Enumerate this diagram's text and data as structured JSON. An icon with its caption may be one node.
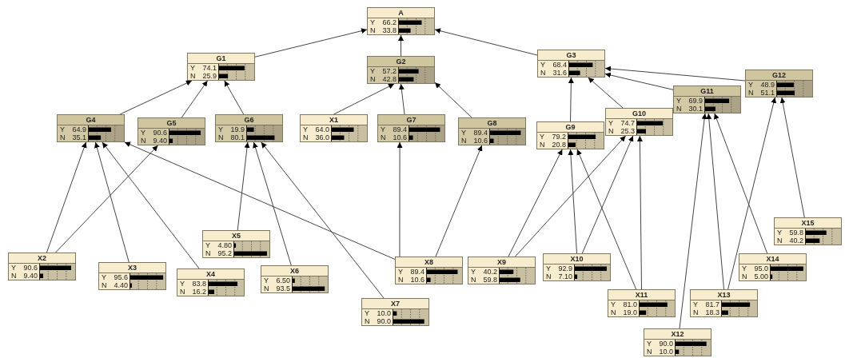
{
  "diagram": {
    "nodes": [
      {
        "text": [
          "A",
          "Y",
          "66.2",
          "N",
          "33.8"
        ]
      },
      {
        "text": [
          "G1",
          "Y",
          "74.1",
          "N",
          "25.9"
        ]
      },
      {
        "text": [
          "G2",
          "Y",
          "57.2",
          "N",
          "42.8"
        ]
      },
      {
        "text": [
          "G3",
          "Y",
          "68.4",
          "N",
          "31.6"
        ]
      },
      {
        "text": [
          "G12",
          "Y",
          "48.9",
          "N",
          "51.1"
        ]
      },
      {
        "text": [
          "G11",
          "Y",
          "69.9",
          "N",
          "30.1"
        ]
      },
      {
        "text": [
          "G4",
          "Y",
          "64.9",
          "N",
          "35.1"
        ]
      },
      {
        "text": [
          "G5",
          "Y",
          "90.6",
          "N",
          "9.40"
        ]
      },
      {
        "text": [
          "G6",
          "Y",
          "19.9",
          "N",
          "80.1"
        ]
      },
      {
        "text": [
          "X1",
          "Y",
          "64.0",
          "N",
          "36.0"
        ]
      },
      {
        "text": [
          "G7",
          "Y",
          "89.4",
          "N",
          "10.6"
        ]
      },
      {
        "text": [
          "G8",
          "Y",
          "89.4",
          "N",
          "10.6"
        ]
      },
      {
        "text": [
          "G10",
          "Y",
          "74.7",
          "N",
          "25.3"
        ]
      },
      {
        "text": [
          "G9",
          "Y",
          "79.2",
          "N",
          "20.8"
        ]
      },
      {
        "text": [
          "X15",
          "Y",
          "59.8",
          "N",
          "40.2"
        ]
      },
      {
        "text": [
          "X5",
          "Y",
          "4.80",
          "N",
          "95.2"
        ]
      },
      {
        "text": [
          "X2",
          "Y",
          "90.6",
          "N",
          "9.40"
        ]
      },
      {
        "text": [
          "X14",
          "Y",
          "95.0",
          "N",
          "5.00"
        ]
      },
      {
        "text": [
          "X8",
          "Y",
          "89.4",
          "N",
          "10.6"
        ]
      },
      {
        "text": [
          "X9",
          "Y",
          "40.2",
          "N",
          "59.8"
        ]
      },
      {
        "text": [
          "X10",
          "Y",
          "92.9",
          "N",
          "7.10"
        ]
      },
      {
        "text": [
          "X3",
          "Y",
          "95.6",
          "N",
          "4.40"
        ]
      },
      {
        "text": [
          "X6",
          "Y",
          "6.50",
          "N",
          "93.5"
        ]
      },
      {
        "text": [
          "X4",
          "Y",
          "83.8",
          "N",
          "16.2"
        ]
      },
      {
        "text": [
          "X11",
          "Y",
          "81.0",
          "N",
          "19.0"
        ]
      },
      {
        "text": [
          "X13",
          "Y",
          "81.7",
          "N",
          "18.3"
        ]
      },
      {
        "text": [
          "X7",
          "Y",
          "10.0",
          "N",
          "90.0"
        ]
      },
      {
        "text": [
          "X12",
          "Y",
          "90.0",
          "N",
          "10.0"
        ]
      }
    ],
    "edges": [
      {
        "from": 1,
        "to": 0,
        "arrow": "to"
      },
      {
        "from": 2,
        "to": 0,
        "arrow": "to"
      },
      {
        "from": 3,
        "to": 0,
        "arrow": "to"
      },
      {
        "from": 6,
        "to": 1,
        "arrow": "to"
      },
      {
        "from": 7,
        "to": 1,
        "arrow": "to"
      },
      {
        "from": 8,
        "to": 1,
        "arrow": "to"
      },
      {
        "from": 9,
        "to": 2,
        "arrow": "to"
      },
      {
        "from": 10,
        "to": 2,
        "arrow": "to"
      },
      {
        "from": 11,
        "to": 2,
        "arrow": "to"
      },
      {
        "from": 13,
        "to": 3,
        "arrow": "to"
      },
      {
        "from": 12,
        "to": 3,
        "arrow": "to"
      },
      {
        "from": 5,
        "to": 3,
        "arrow": "to"
      },
      {
        "from": 4,
        "to": 3,
        "arrow": "to"
      },
      {
        "from": 16,
        "to": 6,
        "arrow": "to"
      },
      {
        "from": 16,
        "to": 7,
        "arrow": "to"
      },
      {
        "from": 21,
        "to": 6,
        "arrow": "to"
      },
      {
        "from": 23,
        "to": 6,
        "arrow": "to"
      },
      {
        "from": 18,
        "to": 6,
        "arrow": "to"
      },
      {
        "from": 15,
        "to": 8,
        "arrow": "to"
      },
      {
        "from": 22,
        "to": 8,
        "arrow": "to"
      },
      {
        "from": 26,
        "to": 8,
        "arrow": "to"
      },
      {
        "from": 18,
        "to": 10,
        "arrow": "to"
      },
      {
        "from": 18,
        "to": 11,
        "arrow": "to"
      },
      {
        "from": 19,
        "to": 13,
        "arrow": "to"
      },
      {
        "from": 19,
        "to": 12,
        "arrow": "to"
      },
      {
        "from": 20,
        "to": 13,
        "arrow": "to"
      },
      {
        "from": 20,
        "to": 12,
        "arrow": "to"
      },
      {
        "from": 24,
        "to": 13,
        "arrow": "to"
      },
      {
        "from": 24,
        "to": 12,
        "arrow": "to"
      },
      {
        "from": 27,
        "to": 5,
        "arrow": "to"
      },
      {
        "from": 25,
        "to": 5,
        "arrow": "to"
      },
      {
        "from": 25,
        "to": 4,
        "arrow": "to"
      },
      {
        "from": 17,
        "to": 5,
        "arrow": "to"
      },
      {
        "from": 14,
        "to": 4,
        "arrow": "to"
      }
    ]
  }
}
